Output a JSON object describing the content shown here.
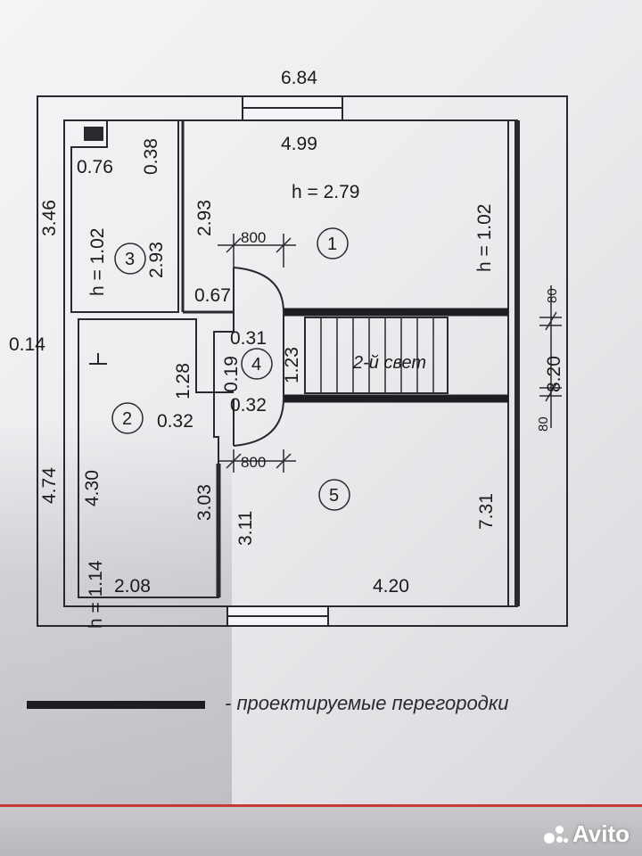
{
  "plan": {
    "dimensions": {
      "top_total": "6.84",
      "room1_width": "4.99",
      "room1_height": "h = 2.79",
      "room1_left_depth": "2.93",
      "room1_right_h": "h = 1.02",
      "left_upper": "3.46",
      "room3_076": "0.76",
      "room3_038": "0.38",
      "room3_h": "h = 1.02",
      "room3_depth": "2.93",
      "door_067": "0.67",
      "wall_014": "0.14",
      "hall_031": "0.31",
      "hall_019": "0.19",
      "hall_123": "1.23",
      "hall_032": "0.32",
      "room2_128": "1.28",
      "room2_032": "0.32",
      "room2_303": "3.03",
      "room5_311": "3.11",
      "room5_731": "7.31",
      "right_total": "8.20",
      "left_lower": "4.74",
      "room2_430": "4.30",
      "room2_h": "h = 1.14",
      "room2_width": "2.08",
      "room5_width": "4.20",
      "door_800_top": "800",
      "door_800_bottom": "800",
      "wall_80_top": "80",
      "wall_80_bottom": "80",
      "stair_label": "2-й свет"
    },
    "rooms": [
      "1",
      "2",
      "3",
      "4",
      "5"
    ]
  },
  "legend": {
    "text": "- проектируемые перегородки"
  },
  "watermark": {
    "text": "Avito"
  }
}
